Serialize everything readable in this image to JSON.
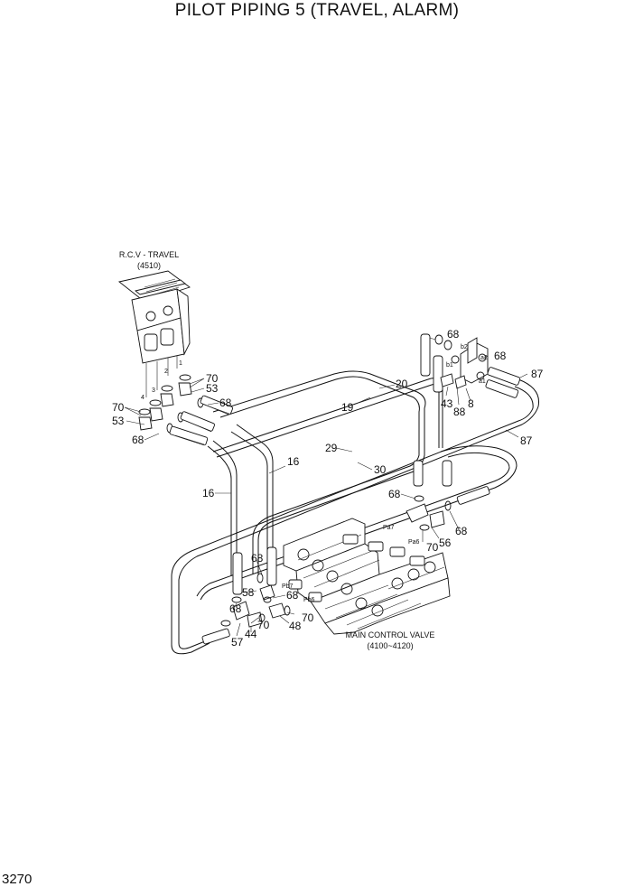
{
  "title": "PILOT PIPING 5 (TRAVEL, ALARM)",
  "page_number": "3270",
  "components": {
    "rcv_name": "R.C.V - TRAVEL",
    "rcv_code": "(4510)",
    "mcv_name": "MAIN CONTROL VALVE",
    "mcv_code": "(4100~4120)"
  },
  "callouts": {
    "p70a": "70",
    "p53a": "53",
    "p68a": "68",
    "p70b": "70",
    "p53b": "53",
    "p68b": "68",
    "p16a": "16",
    "p16b": "16",
    "p20": "20",
    "p19": "19",
    "p29": "29",
    "p30": "30",
    "p68c": "68",
    "p68d": "68",
    "p87a": "87",
    "p87b": "87",
    "p43": "43",
    "p88": "88",
    "p8": "8",
    "p68e": "68",
    "p70c": "70",
    "p56": "56",
    "p68f": "68",
    "p68g": "68",
    "p58": "58",
    "p68h": "68",
    "p68i": "68",
    "p70d": "70",
    "p70e": "70",
    "p57": "57",
    "p44": "44",
    "p48": "48"
  },
  "port_labels": {
    "n1": "1",
    "n2": "2",
    "n3": "3",
    "n4": "4",
    "b2": "b2",
    "a2": "a2",
    "b1": "b1",
    "a1": "a1",
    "pa7": "Pa7",
    "pa6": "Pa6",
    "pb7": "Pb7",
    "pb6": "Pb6"
  }
}
